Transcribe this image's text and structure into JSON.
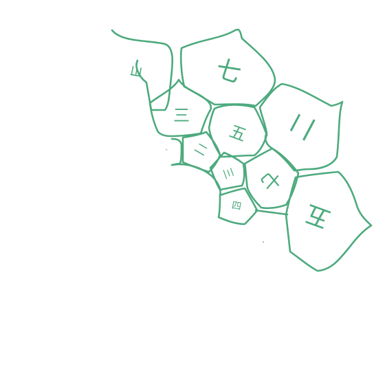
{
  "colors": {
    "stroke": "#4daa7e",
    "glyph": "#4daa7e",
    "background": "#ffffff"
  },
  "cells": [
    {
      "id": "a",
      "glyph": "ヨ"
    },
    {
      "id": "b",
      "glyph": "七"
    },
    {
      "id": "c",
      "glyph": "三"
    },
    {
      "id": "d",
      "glyph": "五"
    },
    {
      "id": "e",
      "glyph": "二"
    },
    {
      "id": "f",
      "glyph": "二"
    },
    {
      "id": "g",
      "glyph": "-"
    },
    {
      "id": "h",
      "glyph": "三"
    },
    {
      "id": "i",
      "glyph": "七"
    },
    {
      "id": "j",
      "glyph": "四"
    },
    {
      "id": "k",
      "glyph": "五"
    }
  ]
}
